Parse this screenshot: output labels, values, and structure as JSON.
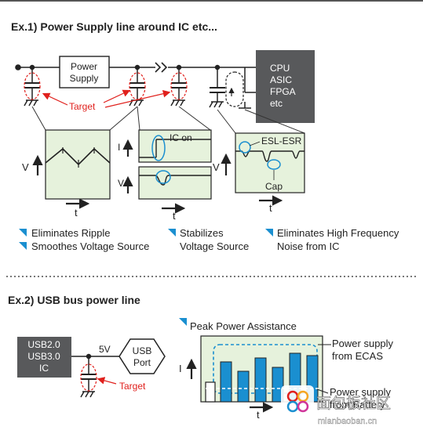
{
  "ex1": {
    "title": "Ex.1) Power Supply line around IC etc...",
    "power_supply_box": [
      "Power",
      "Supply"
    ],
    "target_label": "Target",
    "cpu_box": [
      "CPU",
      "ASIC",
      "FPGA",
      "etc"
    ],
    "graph1": {
      "y_label": "V",
      "x_label": "t"
    },
    "graph2": {
      "top_y_label": "I",
      "top_annotation": "IC on",
      "bottom_y_label": "V",
      "x_label": "t"
    },
    "graph3": {
      "y_label": "V",
      "annotation_top": "ESL-ESR",
      "annotation_bottom": "Cap",
      "x_label": "t"
    },
    "benefits": [
      [
        "Eliminates Ripple",
        "Smoothes Voltage Source"
      ],
      [
        "Stabilizes",
        "Voltage Source"
      ],
      [
        "Eliminates High Frequency",
        "Noise from IC"
      ]
    ]
  },
  "ex2": {
    "title": "Ex.2) USB bus power line",
    "usb_box": [
      "USB2.0",
      "USB3.0",
      "IC"
    ],
    "voltage_label": "5V",
    "port_label": [
      "USB",
      "Port"
    ],
    "target_label": "Target",
    "peak_label": "Peak Power Assistance",
    "graph": {
      "y_label": "I",
      "x_label": "t"
    },
    "legend": [
      [
        "Power supply",
        "from ECAS"
      ],
      [
        "Power supply",
        "from Battery"
      ]
    ]
  },
  "watermark": [
    "面包板社区",
    "mianbaoban.cn"
  ],
  "colors": {
    "accent_blue": "#1a8fd0",
    "graph_fill": "#e6f2dc",
    "target_red": "#e0201c",
    "ic_box": "#58595b"
  }
}
